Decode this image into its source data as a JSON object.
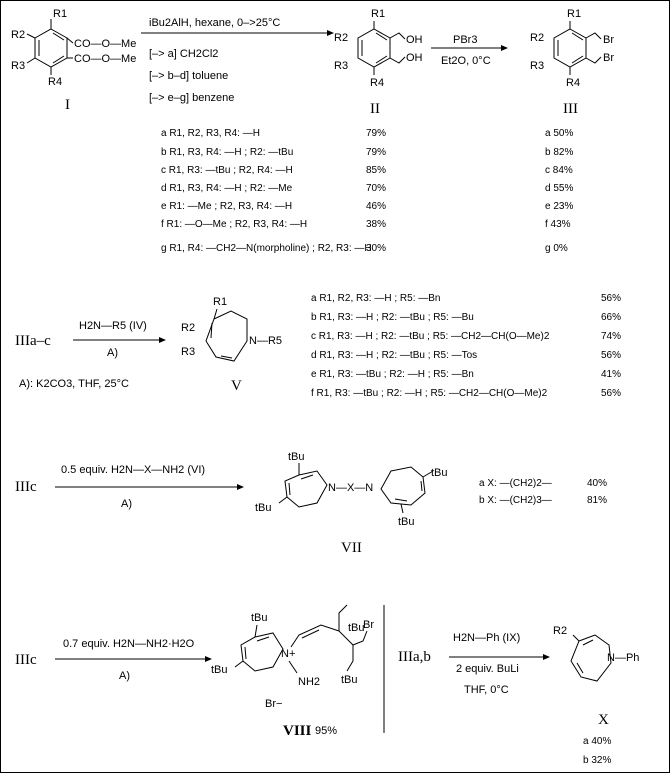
{
  "scheme1": {
    "compound_I": "I",
    "compound_II": "II",
    "compound_III": "III",
    "start_R1": "R1",
    "start_R2": "R2",
    "start_R3": "R3",
    "start_R4": "R4",
    "ester_top": "CO—O—Me",
    "ester_bottom": "CO—O—Me",
    "diol_oh_top": "OH",
    "diol_oh_bottom": "OH",
    "br_top": "Br",
    "br_bottom": "Br",
    "reagent_main": "iBu2AlH,   hexane,  0–>25°C",
    "solvents": [
      "[–> a]  CH2Cl2",
      "[–> b–d]  toluene",
      "[–> e–g]  benzene"
    ],
    "reagent_2_top": "PBr3",
    "reagent_2_bottom": "Et2O,  0°C",
    "substituents": [
      "a R1, R2, R3, R4: —H",
      "b R1, R3, R4: —H ; R2: —tBu",
      "c R1, R3: —tBu ; R2, R4: —H",
      "d R1, R3, R4: —H ; R2: —Me",
      "e R1: —Me ; R2, R3, R4: —H",
      "f R1: —O—Me ; R2, R3, R4: —H",
      "g R1, R4: —CH2—N(morpholine) ; R2, R3: —H"
    ],
    "yields_II": [
      "79%",
      "79%",
      "85%",
      "70%",
      "46%",
      "38%",
      "30%"
    ],
    "yields_III": [
      "a  50%",
      "b  82%",
      "c  84%",
      "d  55%",
      "e  23%",
      "f  43%",
      "g   0%"
    ]
  },
  "scheme2": {
    "start": "IIIa–c",
    "reagent": "H2N—R5  (IV)",
    "conditions": "A)",
    "footnote": "A):  K2CO3,  THF,  25°C",
    "product": "V",
    "ring_R1": "R1",
    "ring_R2": "R2",
    "ring_R3": "R3",
    "ring_N": "N—R5",
    "entries": [
      "a R1, R2, R3: —H ; R5: —Bn",
      "b R1, R3: —H ; R2: —tBu ; R5: —Bu",
      "c R1, R3: —H ; R2: —tBu ; R5: —CH2—CH(O—Me)2",
      "d R1, R3: —H ; R2: —tBu ; R5: —Tos",
      "e R1, R3: —tBu ; R2: —H ; R5: —Bn",
      "f R1, R3: —tBu ; R2: —H ; R5: —CH2—CH(O—Me)2"
    ],
    "yields": [
      "56%",
      "66%",
      "74%",
      "56%",
      "41%",
      "56%"
    ]
  },
  "scheme3": {
    "start": "IIIc",
    "reagent": "0.5 equiv.  H2N—X—NH2  (VI)",
    "conditions": "A)",
    "product": "VII",
    "linker": "N—X—N",
    "tBu": "tBu",
    "entries": [
      "a X: —(CH2)2—",
      "b X: —(CH2)3—"
    ],
    "yields": [
      "40%",
      "81%"
    ]
  },
  "scheme4": {
    "start": "IIIc",
    "reagent": "0.7 equiv.  H2N—NH2·H2O",
    "conditions": "A)",
    "product_label": "VIII",
    "product_yield": "95%",
    "n_plus": "N+",
    "nh2": "NH2",
    "anion": "Br−",
    "br": "Br",
    "tBu": "tBu"
  },
  "scheme5": {
    "start": "IIIa,b",
    "reagent": "H2N—Ph   (IX)",
    "conditions_1": "2  equiv.  BuLi",
    "conditions_2": "THF,  0°C",
    "product": "X",
    "ring_R2": "R2",
    "ring_N": "N—Ph",
    "yields": [
      "a  40%",
      "b  32%"
    ]
  }
}
